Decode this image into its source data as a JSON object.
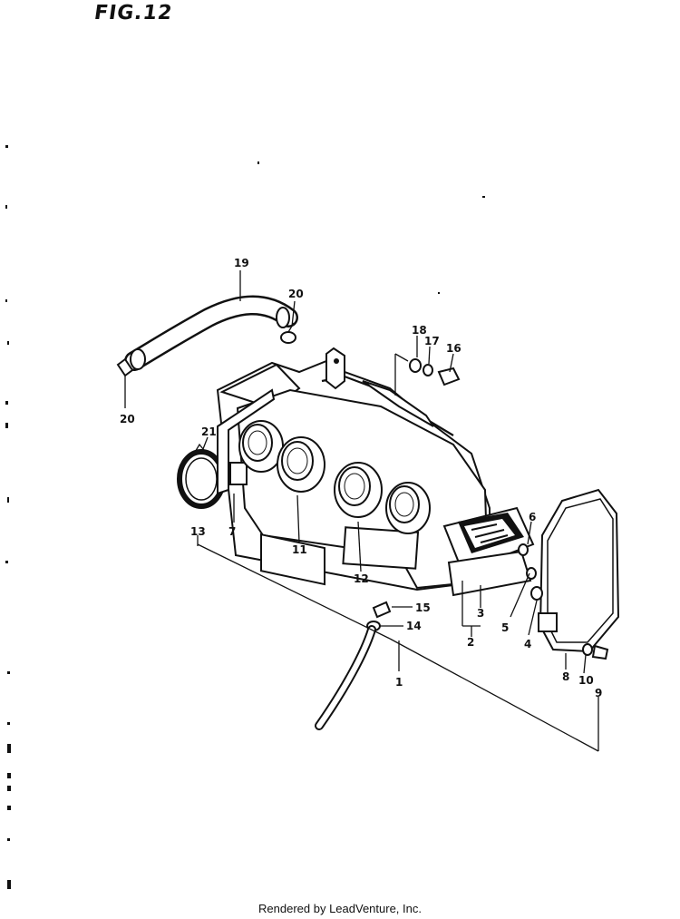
{
  "figure": {
    "title": "FIG.12",
    "footer": "Rendered by LeadVenture, Inc."
  },
  "callouts": {
    "c1": "1",
    "c2": "2",
    "c3": "3",
    "c4": "4",
    "c5": "5",
    "c6": "6",
    "c7": "7",
    "c8": "8",
    "c9": "9",
    "c10": "10",
    "c11": "11",
    "c12": "12",
    "c13": "13",
    "c14": "14",
    "c15": "15",
    "c16": "16",
    "c17": "17",
    "c18": "18",
    "c19": "19",
    "c20a": "20",
    "c20b": "20",
    "c21": "21"
  }
}
